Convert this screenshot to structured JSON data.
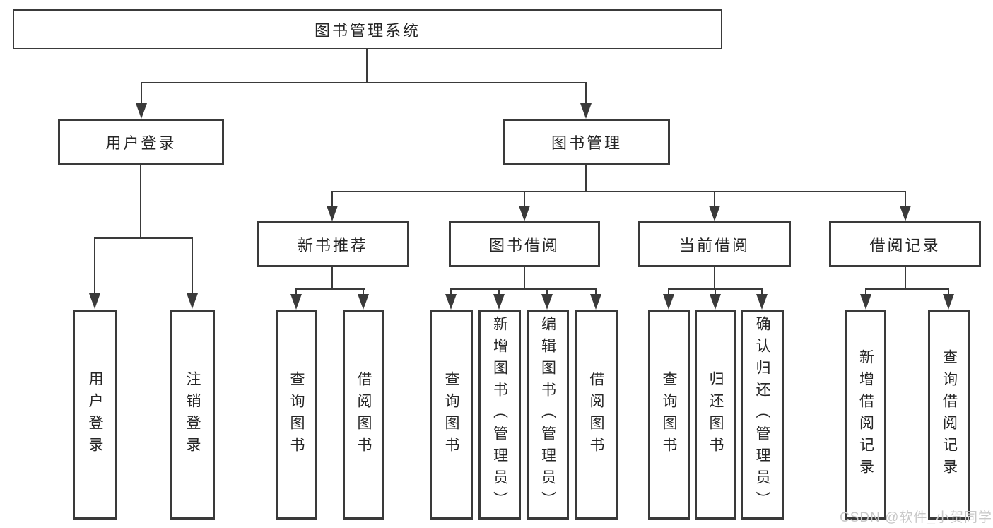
{
  "diagram": {
    "root": {
      "label": "图书管理系统"
    },
    "level2": [
      {
        "label": "用户登录",
        "children": [
          {
            "label": "用户登录"
          },
          {
            "label": "注销登录"
          }
        ]
      },
      {
        "label": "图书管理",
        "children": [
          {
            "label": "新书推荐",
            "children": [
              {
                "label": "查询图书"
              },
              {
                "label": "借阅图书"
              }
            ]
          },
          {
            "label": "图书借阅",
            "children": [
              {
                "label": "查询图书"
              },
              {
                "label": "新增图书（管理员）"
              },
              {
                "label": "编辑图书（管理员）"
              },
              {
                "label": "借阅图书"
              }
            ]
          },
          {
            "label": "当前借阅",
            "children": [
              {
                "label": "查询图书"
              },
              {
                "label": "归还图书"
              },
              {
                "label": "确认归还（管理员）"
              }
            ]
          },
          {
            "label": "借阅记录",
            "children": [
              {
                "label": "新增借阅记录"
              },
              {
                "label": "查询借阅记录"
              }
            ]
          }
        ]
      }
    ]
  },
  "watermark": {
    "text": "CSDN @软件_小贺同学"
  },
  "colors": {
    "line": "#3a3a3a",
    "text": "#262626",
    "watermark": "#c8c8c8",
    "bg": "#ffffff"
  }
}
